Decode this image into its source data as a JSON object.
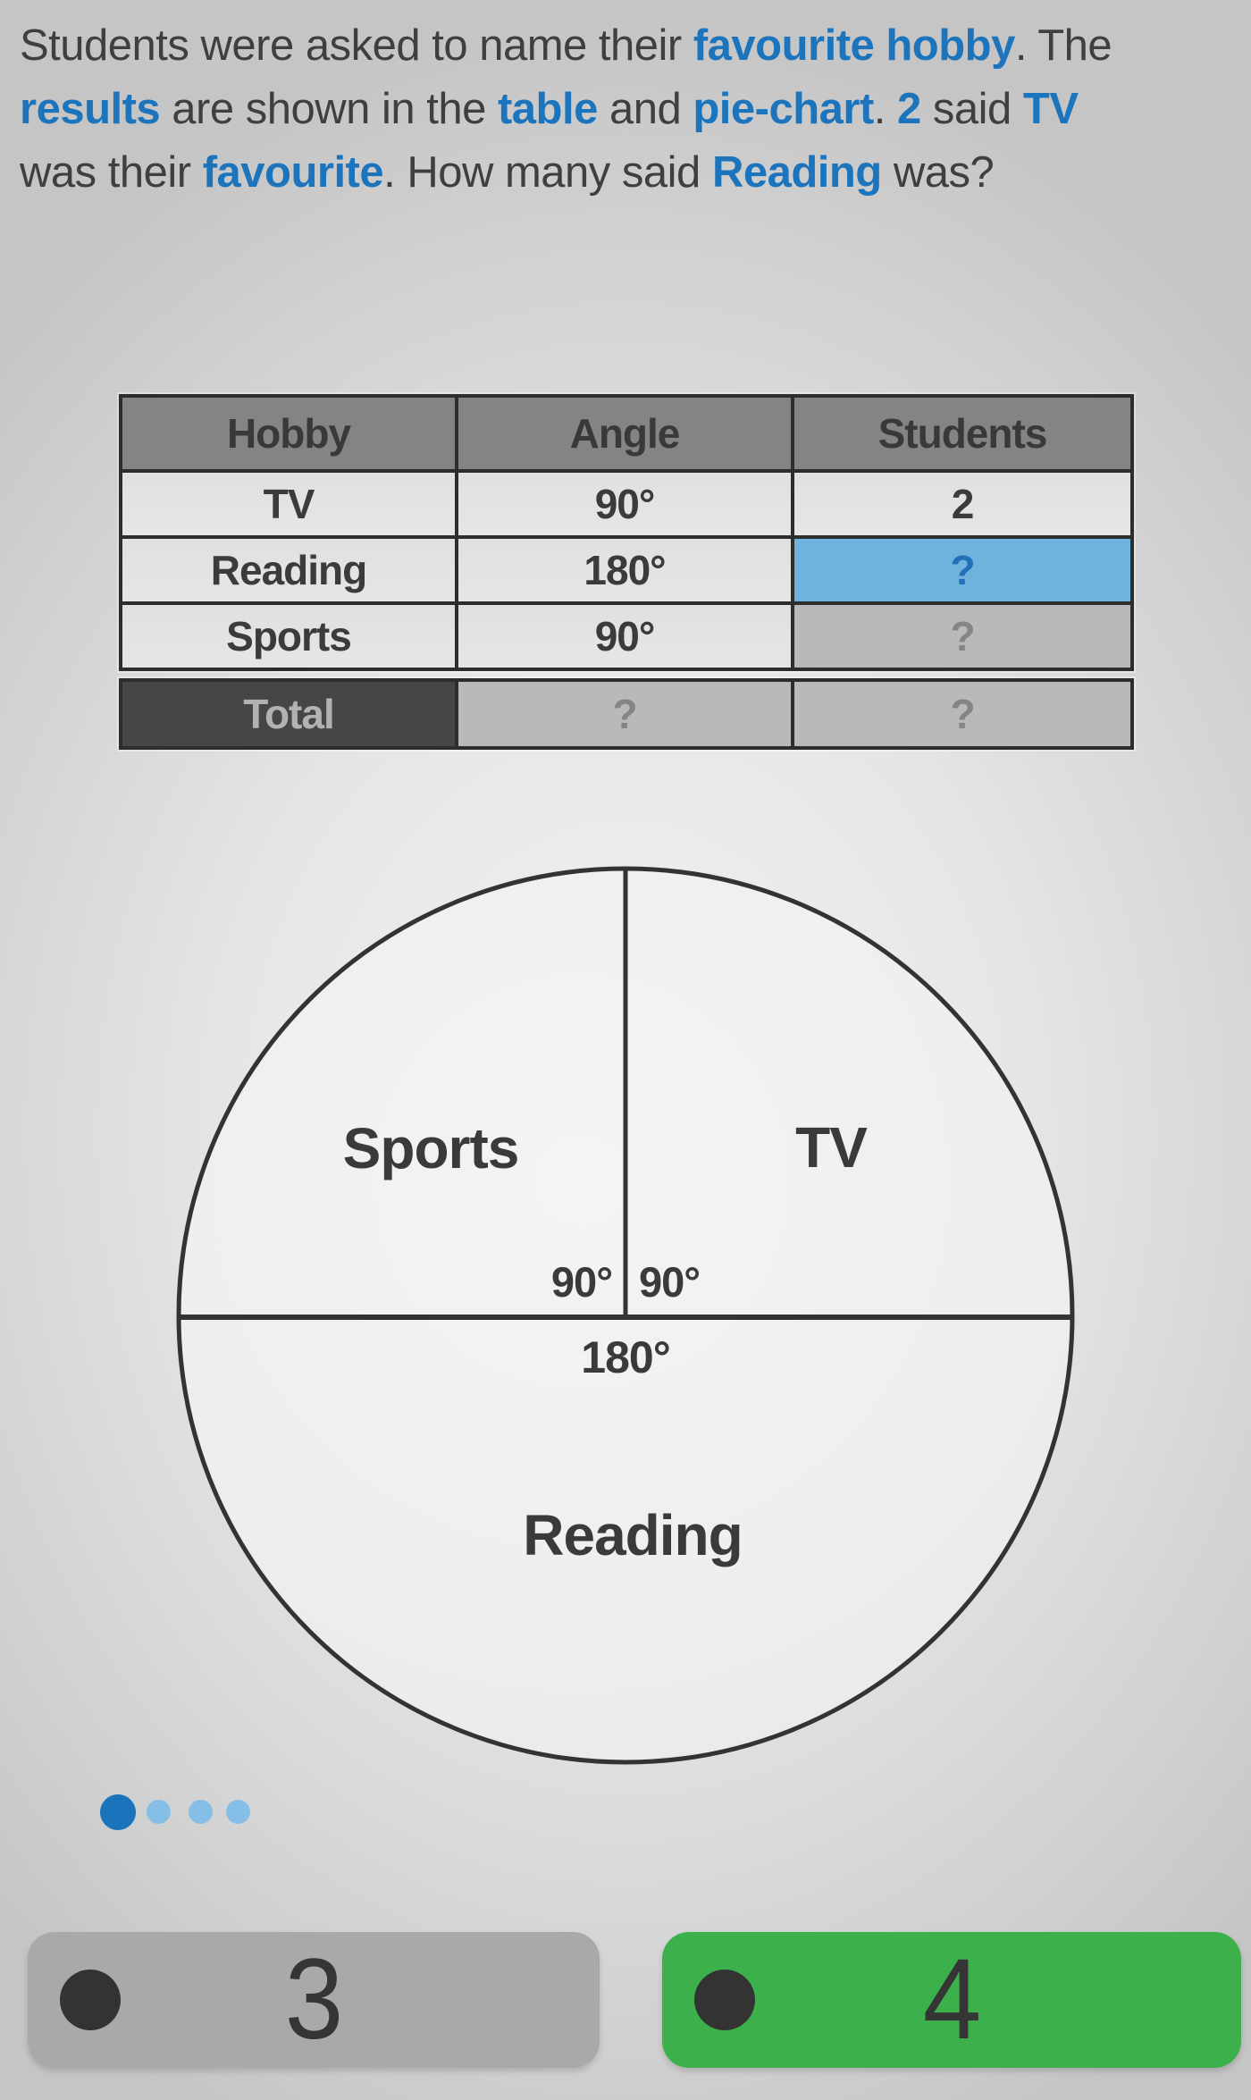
{
  "question": {
    "lines": [
      [
        {
          "t": "Students were asked to name their ",
          "b": false
        },
        {
          "t": "favourite hobby",
          "b": true
        },
        {
          "t": ". The",
          "b": false
        }
      ],
      [
        {
          "t": "results",
          "b": true
        },
        {
          "t": " are shown in the ",
          "b": false
        },
        {
          "t": "table",
          "b": true
        },
        {
          "t": " and ",
          "b": false
        },
        {
          "t": "pie-chart",
          "b": true
        },
        {
          "t": ". ",
          "b": false
        },
        {
          "t": "2",
          "b": true
        },
        {
          "t": " said ",
          "b": false
        },
        {
          "t": "TV",
          "b": true
        }
      ],
      [
        {
          "t": "was their ",
          "b": false
        },
        {
          "t": "favourite",
          "b": true
        },
        {
          "t": ". How many said ",
          "b": false
        },
        {
          "t": "Reading",
          "b": true
        },
        {
          "t": " was?",
          "b": false
        }
      ]
    ]
  },
  "table": {
    "headers": [
      "Hobby",
      "Angle",
      "Students"
    ],
    "rows": [
      {
        "hobby": "TV",
        "angle": "90°",
        "students": "2"
      },
      {
        "hobby": "Reading",
        "angle": "180°",
        "students": "?"
      },
      {
        "hobby": "Sports",
        "angle": "90°",
        "students": "?"
      }
    ],
    "total": {
      "label": "Total",
      "angle": "?",
      "students": "?"
    }
  },
  "pie": {
    "sports_label": "Sports",
    "tv_label": "TV",
    "reading_label": "Reading",
    "sports_angle": "90°",
    "tv_angle": "90°",
    "reading_angle": "180°"
  },
  "chart_data": {
    "type": "pie",
    "title": "",
    "slices": [
      {
        "label": "TV",
        "angle_deg": 90,
        "students": "2"
      },
      {
        "label": "Reading",
        "angle_deg": 180,
        "students": "?"
      },
      {
        "label": "Sports",
        "angle_deg": 90,
        "students": "?"
      }
    ],
    "total_row": {
      "angle": "?",
      "students": "?"
    },
    "annotations": [
      "90°",
      "90°",
      "180°"
    ],
    "legend_position": "none",
    "grid": false
  },
  "pagination": {
    "total_dots": 4,
    "active_index": 0
  },
  "answers": [
    {
      "label": "3",
      "selected": false
    },
    {
      "label": "4",
      "selected": true
    }
  ],
  "colors": {
    "text_dark": "#3f3f3f",
    "text_highlight_blue": "#1b74bc",
    "table_header_bg": "#848484",
    "table_cell_light": "#e3e3e3",
    "table_cell_blue": "#6fb2dd",
    "table_cell_blue_text": "#2171b8",
    "table_cell_gray": "#b9b9b9",
    "table_total_bg": "#464646",
    "table_border": "#2d2d2d",
    "pie_stroke": "#333333",
    "dot_active": "#1b74bb",
    "dot_inactive": "#85bfe7",
    "button_gray": "#a9a9a9",
    "button_green": "#3bb04b",
    "button_bullet": "#333333"
  }
}
